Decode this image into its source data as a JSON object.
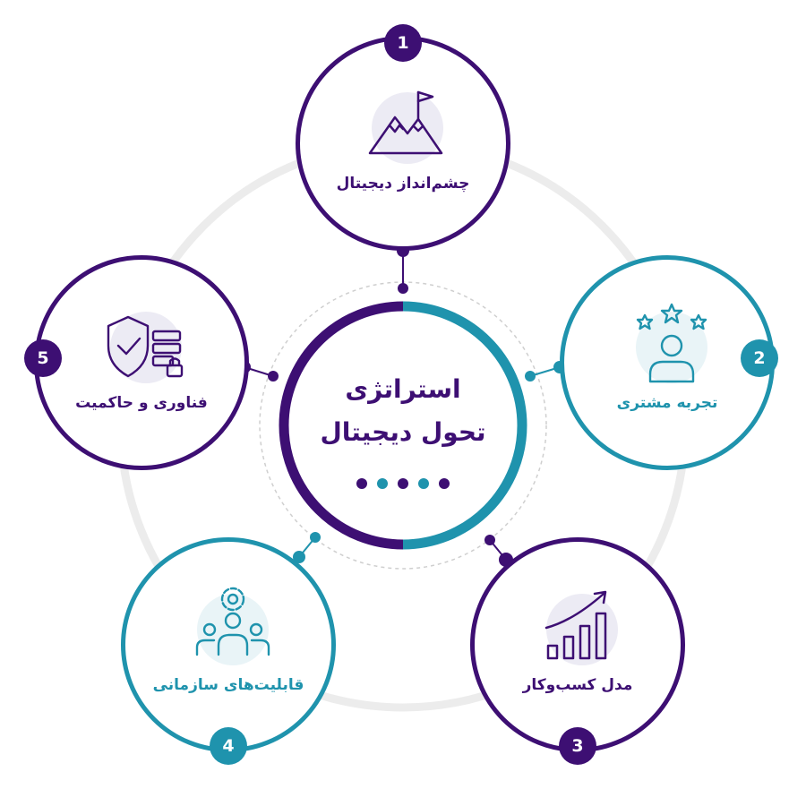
{
  "center": {
    "title_line1": "استراتژی",
    "title_line2": "تحول دیجیتال",
    "dot_colors": [
      "#3d0f73",
      "#1f93ad",
      "#3d0f73",
      "#1f93ad",
      "#3d0f73"
    ]
  },
  "colors": {
    "purple": "#3d0f73",
    "teal": "#1f93ad",
    "ring_gray": "#ececec"
  },
  "steps": [
    {
      "number": "1",
      "label": "چشم‌انداز دیجیتال",
      "icon": "mountain-flag-icon",
      "color": "purple"
    },
    {
      "number": "2",
      "label": "تجربه مشتری",
      "icon": "user-stars-icon",
      "color": "teal"
    },
    {
      "number": "3",
      "label": "مدل کسب‌وکار",
      "icon": "growth-chart-icon",
      "color": "purple"
    },
    {
      "number": "4",
      "label": "قابلیت‌های سازمانی",
      "icon": "team-gear-icon",
      "color": "teal"
    },
    {
      "number": "5",
      "label": "فناوری و حاکمیت",
      "icon": "shield-server-icon",
      "color": "purple"
    }
  ]
}
